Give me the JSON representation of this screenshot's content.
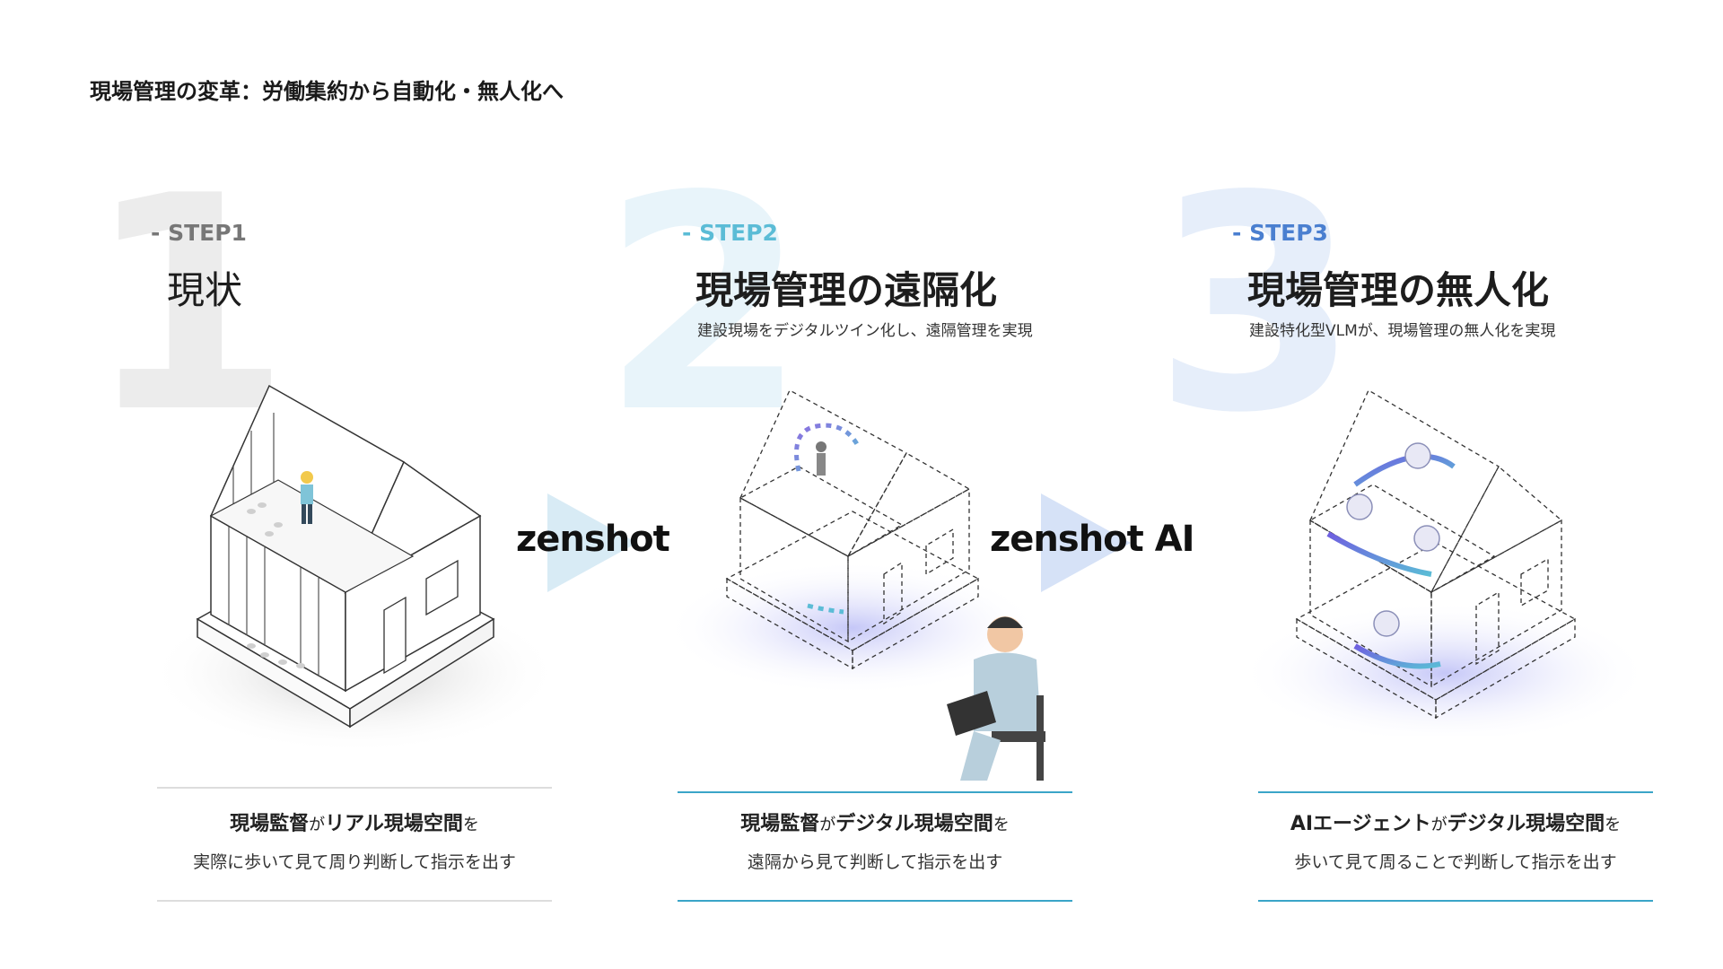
{
  "title": "現場管理の変革：労働集約から自動化・無人化へ",
  "colors": {
    "step1": "#777777",
    "step2": "#5bbcd6",
    "step3": "#4a7fd0",
    "num1": "#ececec",
    "num2": "#e8f4fa",
    "num3": "#e6eefa"
  },
  "steps": [
    {
      "number": "1",
      "tag": "- STEP1",
      "heading": "現状",
      "subheading": "",
      "caption_subject": "現場監督",
      "caption_particle1": "が",
      "caption_object": "リアル現場空間",
      "caption_particle2": "を",
      "caption_line2": "実際に歩いて見て周り判断して指示を出す"
    },
    {
      "number": "2",
      "tag": "- STEP2",
      "heading": "現場管理の遠隔化",
      "subheading": "建設現場をデジタルツイン化し、遠隔管理を実現",
      "caption_subject": "現場監督",
      "caption_particle1": "が",
      "caption_object": "デジタル現場空間",
      "caption_particle2": "を",
      "caption_line2": "遠隔から見て判断して指示を出す"
    },
    {
      "number": "3",
      "tag": "- STEP3",
      "heading": "現場管理の無人化",
      "subheading": "建設特化型VLMが、現場管理の無人化を実現",
      "caption_subject": "AIエージェント",
      "caption_particle1": "が",
      "caption_object": "デジタル現場空間",
      "caption_particle2": "を",
      "caption_line2": "歩いて見て周ることで判断して指示を出す"
    }
  ],
  "transitions": [
    {
      "label": "zenshot"
    },
    {
      "label": "zenshot AI"
    }
  ]
}
